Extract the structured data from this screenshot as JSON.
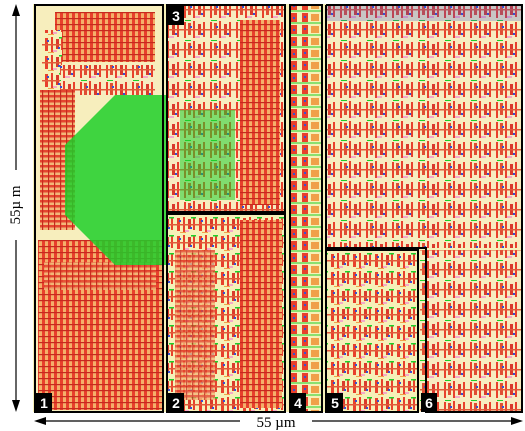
{
  "figure": {
    "width_label": "55 µm",
    "height_label": "55µ m"
  },
  "regions": [
    {
      "number": "1",
      "content": "memory-array-with-green-octagon"
    },
    {
      "number": "2",
      "content": "logic-column-lower"
    },
    {
      "number": "3",
      "content": "logic-column-upper"
    },
    {
      "number": "4",
      "content": "narrow-cell-strip"
    },
    {
      "number": "5",
      "content": "mixed-logic-block"
    },
    {
      "number": "6",
      "content": "mixed-logic-block"
    }
  ],
  "colors": {
    "metal_red": "#e8402c",
    "metal_orange": "#f0a04a",
    "background_yellow": "#f6f0b8",
    "poly_green": "#1fcf2a",
    "via_blue": "#3a4fd0",
    "pink_diffusion": "#f4a9c8",
    "outline": "#000000"
  }
}
